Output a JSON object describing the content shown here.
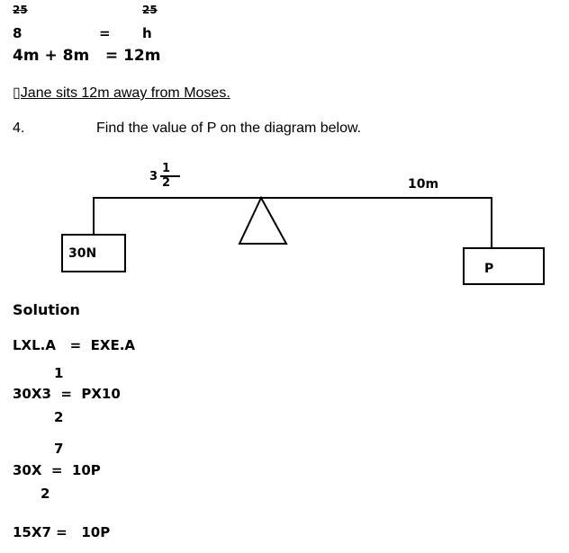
{
  "top": {
    "num_left": "25",
    "num_right": "25",
    "den_left": "8",
    "equals": "=",
    "den_right": "h",
    "sum": "4m + 8m   = 12m"
  },
  "answer": "▯Jane sits 12m away from Moses.",
  "question": {
    "number": "4.",
    "text": "Find the value of P on the diagram below."
  },
  "diagram": {
    "left_distance": "3",
    "left_frac_num": "1",
    "left_frac_den": "2",
    "right_distance": "10m",
    "left_load": "30N",
    "right_load": "P"
  },
  "solution": {
    "heading": "Solution",
    "line1": "LXL.A   =  EXE.A",
    "frac1_num": "1",
    "line2": "30X3  =  PX10",
    "frac1_den": "2",
    "frac2_num": "7",
    "line3": "30X  =  10P",
    "frac2_den": "2",
    "line4": "15X7 =   10P"
  }
}
